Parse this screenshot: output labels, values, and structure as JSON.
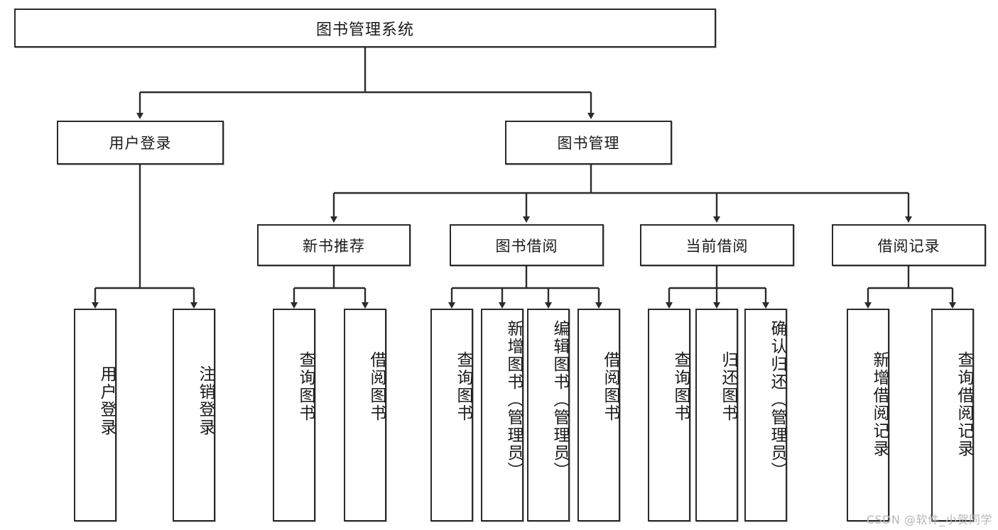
{
  "diagram": {
    "type": "tree",
    "title": "图书管理系统",
    "orientation": "top-down",
    "watermark": "CSDN @软件_小贺同学",
    "colors": {
      "node_border": "#2b2b2b",
      "node_fill": "#ffffff",
      "edge": "#2b2b2b",
      "text": "#1a1a1a",
      "watermark": "#b8b8b8",
      "background": "#ffffff"
    },
    "root": {
      "label": "图书管理系统"
    },
    "level2": [
      {
        "id": "user-login",
        "label": "用户登录"
      },
      {
        "id": "book-manage",
        "label": "图书管理"
      }
    ],
    "level3": [
      {
        "id": "new-book-rec",
        "label": "新书推荐"
      },
      {
        "id": "book-borrow",
        "label": "图书借阅"
      },
      {
        "id": "current-borrow",
        "label": "当前借阅"
      },
      {
        "id": "borrow-record",
        "label": "借阅记录"
      }
    ],
    "leaves": {
      "user_login": [
        {
          "id": "leaf-user-login",
          "label": "用户登录"
        },
        {
          "id": "leaf-logout-login",
          "label": "注销登录"
        }
      ],
      "new_book_rec": [
        {
          "id": "leaf-query-book-1",
          "label": "查询图书"
        },
        {
          "id": "leaf-borrow-book-1",
          "label": "借阅图书"
        }
      ],
      "book_borrow": [
        {
          "id": "leaf-query-book-2",
          "label": "查询图书"
        },
        {
          "id": "leaf-add-book",
          "label": "新增图书（管理员）"
        },
        {
          "id": "leaf-edit-book",
          "label": "编辑图书（管理员）"
        },
        {
          "id": "leaf-borrow-book-2",
          "label": "借阅图书"
        }
      ],
      "current_borrow": [
        {
          "id": "leaf-query-book-3",
          "label": "查询图书"
        },
        {
          "id": "leaf-return-book",
          "label": "归还图书"
        },
        {
          "id": "leaf-confirm-return",
          "label": "确认归还（管理员）"
        }
      ],
      "borrow_record": [
        {
          "id": "leaf-add-record",
          "label": "新增借阅记录"
        },
        {
          "id": "leaf-query-record",
          "label": "查询借阅记录"
        }
      ]
    }
  }
}
